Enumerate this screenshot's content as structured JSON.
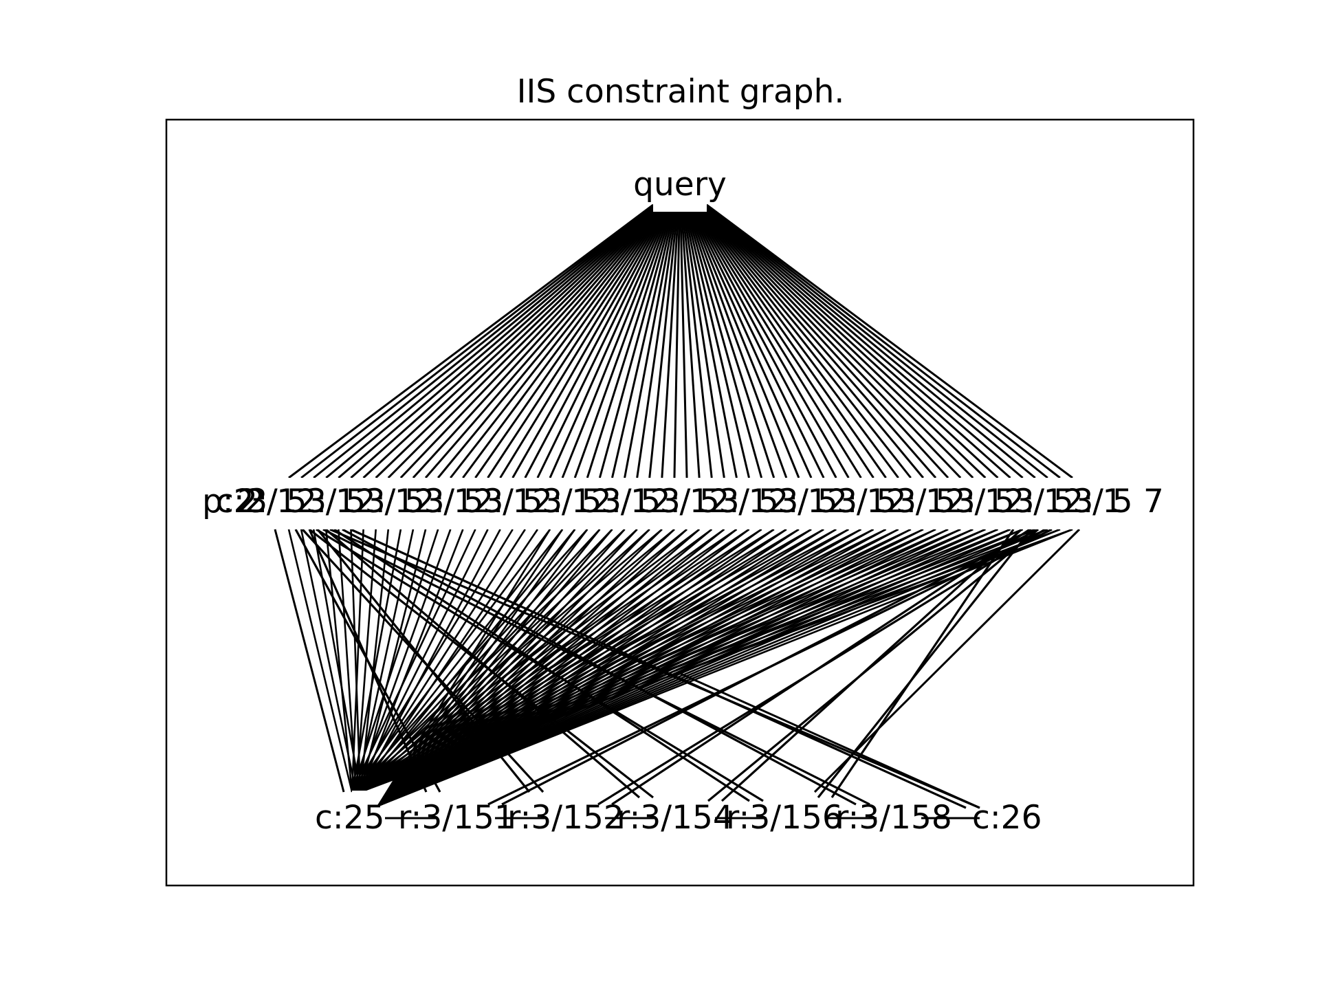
{
  "diagram": {
    "title": "IIS constraint graph.",
    "type": "constraint-graph",
    "colors": {
      "ink": "#000000",
      "background": "#ffffff"
    },
    "root": {
      "id": "query",
      "label": "query"
    },
    "middle_layer": {
      "visible_labels": {
        "left": "p:2",
        "left_overlap": "c:2",
        "right": "7"
      },
      "node_count": 64,
      "note_labels_overlap": "labels overlap into an illegible band"
    },
    "bottom_layer": {
      "nodes": [
        {
          "id": "c25",
          "label": "c:25"
        },
        {
          "id": "r151",
          "label": "r:3/151"
        },
        {
          "id": "r152",
          "label": "r:3/152"
        },
        {
          "id": "r154",
          "label": "r:3/154"
        },
        {
          "id": "r156",
          "label": "r:3/156"
        },
        {
          "id": "r158",
          "label": "r:3/158"
        },
        {
          "id": "c26",
          "label": "c:26"
        }
      ]
    }
  }
}
